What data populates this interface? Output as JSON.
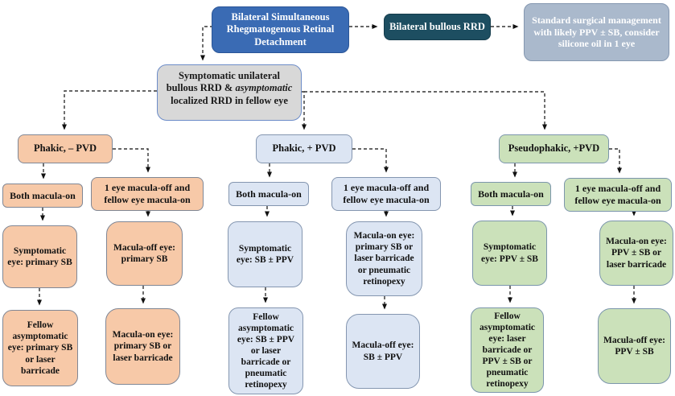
{
  "colors": {
    "root_fill": "#3A6BB4",
    "navy_fill": "#1D4E61",
    "steel_fill": "#AAB9CC",
    "gray_fill": "#D8D8D8",
    "peach_fill": "#F7C9A8",
    "blue_fill": "#DCE5F3",
    "green_fill": "#CBE1BA",
    "connector": "#333333"
  },
  "nodes": {
    "root": "Bilateral Simultaneous Rhegmatogenous Retinal Detachment",
    "bilateral_bullous": "Bilateral bullous RRD",
    "standard_management": "Standard surgical management with likely PPV ± SB, consider silicone oil in 1 eye",
    "unilateral": {
      "part1": "Symptomatic unilateral bullous RRD & ",
      "italic": "asymptomatic",
      "part2": " localized RRD in fellow eye"
    }
  },
  "branches": [
    {
      "label": "Phakic, – PVD",
      "both_on": "Both macula-on",
      "one_off": "1 eye macula-off and fellow eye macula-on",
      "sympt_col": [
        "Symptomatic eye: primary SB",
        "Fellow asymptomatic eye: primary SB or laser barricade"
      ],
      "off_col": [
        "Macula-off eye: primary SB",
        "Macula-on eye: primary SB or laser barricade"
      ]
    },
    {
      "label": "Phakic, + PVD",
      "both_on": "Both macula-on",
      "one_off": "1 eye macula-off and fellow eye macula-on",
      "sympt_col": [
        "Symptomatic eye: SB ± PPV",
        "Fellow asymptomatic eye: SB ± PPV or laser barricade or pneumatic retinopexy"
      ],
      "off_col": [
        "Macula-on eye: primary SB or laser barricade or pneumatic retinopexy",
        "Macula-off eye: SB ± PPV"
      ]
    },
    {
      "label": "Pseudophakic, +PVD",
      "both_on": "Both macula-on",
      "one_off": "1 eye macula-off and fellow eye macula-on",
      "sympt_col": [
        "Symptomatic eye: PPV ± SB",
        "Fellow asymptomatic eye: laser barricade or PPV ± SB or pneumatic retinopexy"
      ],
      "off_col": [
        "Macula-on eye: PPV ± SB or laser barricade",
        "Macula-off eye: PPV ± SB"
      ]
    }
  ]
}
